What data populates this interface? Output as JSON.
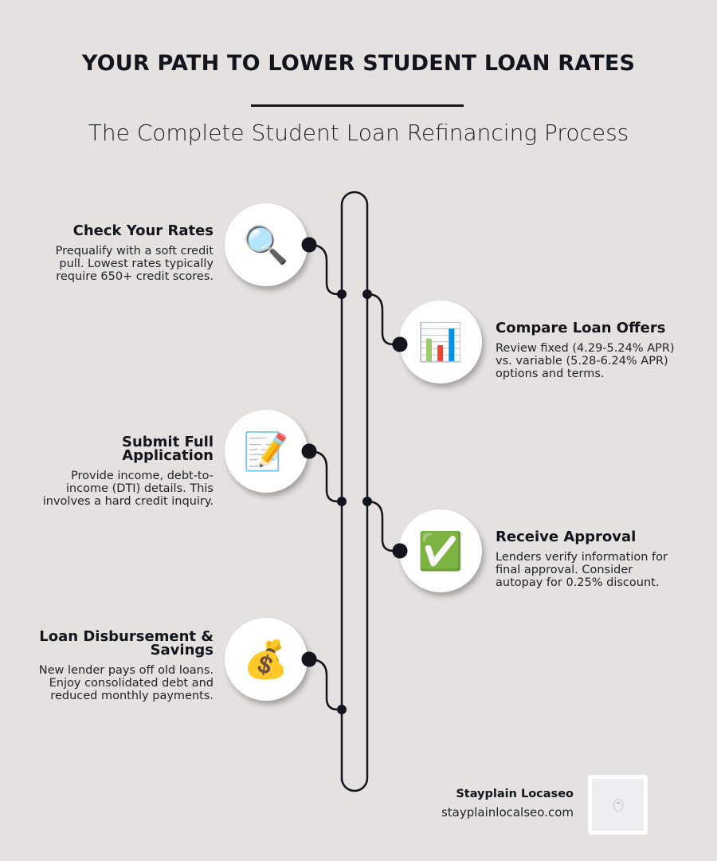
{
  "header": {
    "title": "YOUR PATH TO LOWER STUDENT LOAN RATES",
    "subtitle": "The Complete Student Loan Refinancing Process"
  },
  "colors": {
    "background": "#e5e1e0",
    "ink": "#13141c",
    "bubble": "#ffffff"
  },
  "steps": [
    {
      "title": "Check Your Rates",
      "description": "Prequalify with a soft credit pull. Lowest rates typically require 650+ credit scores.",
      "icon": "magnifying-glass-icon",
      "glyph": "🔍",
      "side": "left"
    },
    {
      "title": "Compare Loan Offers",
      "description": "Review fixed (4.29-5.24% APR) vs. variable (5.28-6.24% APR) options and terms.",
      "icon": "bar-chart-icon",
      "glyph": "📊",
      "side": "right"
    },
    {
      "title": "Submit Full Application",
      "description": "Provide income, debt-to-income (DTI) details. This involves a hard credit inquiry.",
      "icon": "memo-pencil-icon",
      "glyph": "📝",
      "side": "left"
    },
    {
      "title": "Receive Approval",
      "description": "Lenders verify information for final approval. Consider autopay for 0.25% discount.",
      "icon": "check-mark-icon",
      "glyph": "✅",
      "side": "right"
    },
    {
      "title": "Loan Disbursement & Savings",
      "description": "New lender pays off old loans. Enjoy consolidated debt and reduced monthly payments.",
      "icon": "money-bag-icon",
      "glyph": "💰",
      "side": "left"
    }
  ],
  "footer": {
    "brand_name": "Stayplain Locaseo",
    "brand_url": "stayplainlocalseo.com"
  }
}
